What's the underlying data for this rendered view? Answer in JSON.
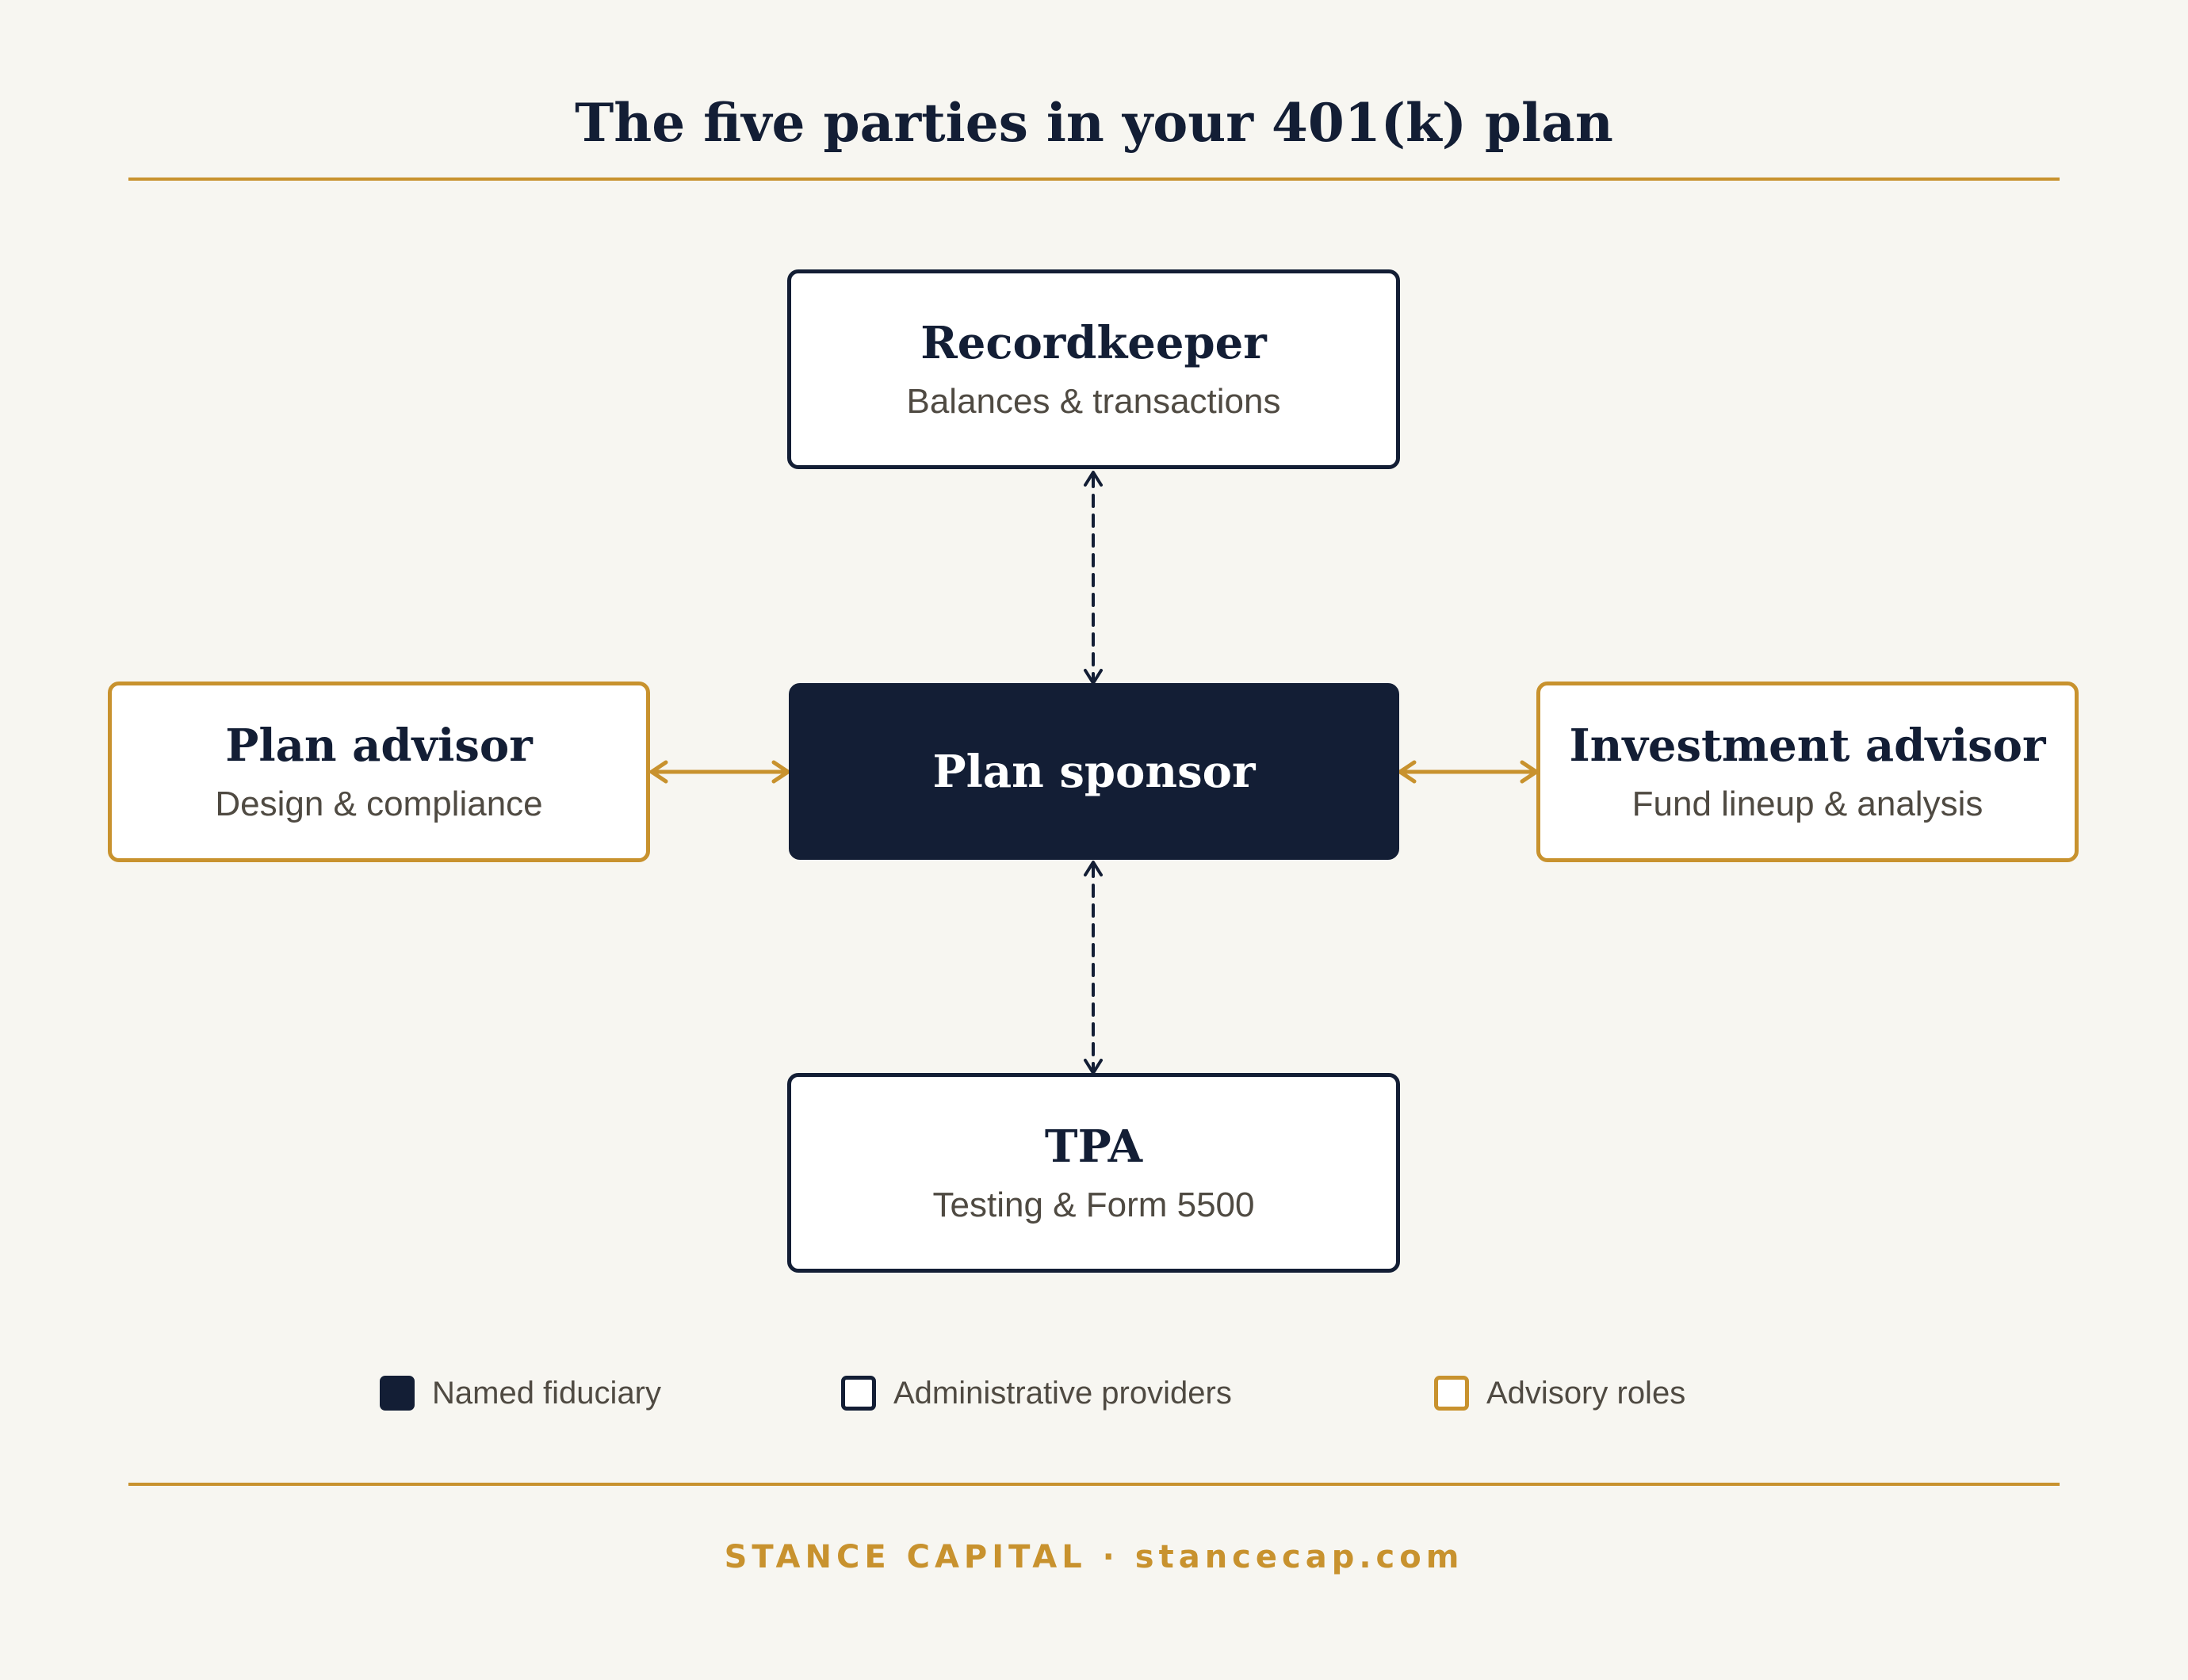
{
  "title": "The five parties in your 401(k) plan",
  "nodes": {
    "recordkeeper": {
      "title": "Recordkeeper",
      "subtitle": "Balances & transactions"
    },
    "plan_sponsor": {
      "title": "Plan sponsor"
    },
    "plan_advisor": {
      "title": "Plan advisor",
      "subtitle": "Design & compliance"
    },
    "investment_advisor": {
      "title": "Investment advisor",
      "subtitle": "Fund lineup & analysis"
    },
    "tpa": {
      "title": "TPA",
      "subtitle": "Testing & Form 5500"
    }
  },
  "legend": {
    "named_fiduciary": "Named fiduciary",
    "administrative": "Administrative providers",
    "advisory": "Advisory roles"
  },
  "footer": "STANCE CAPITAL · stancecap.com",
  "colors": {
    "navy": "#131e35",
    "gold": "#c8922e",
    "background": "#f7f6f1",
    "subtitle_text": "#4f4a42"
  }
}
